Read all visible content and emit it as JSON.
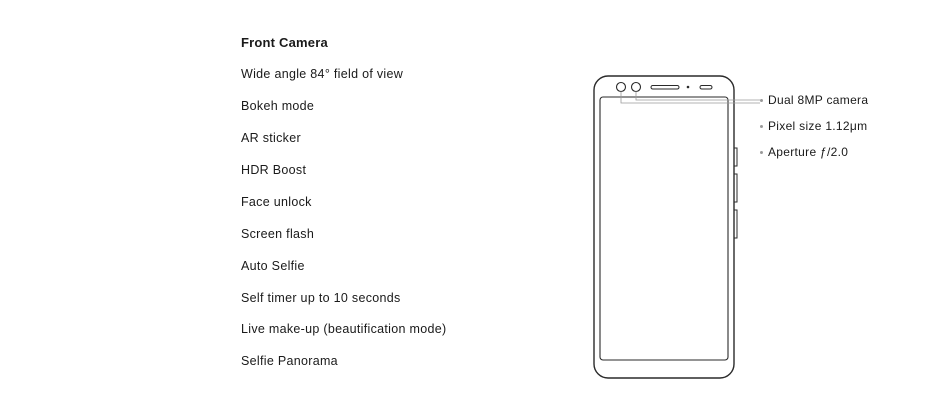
{
  "features": {
    "title": "Front Camera",
    "items": [
      "Wide angle 84° field of view",
      "Bokeh mode",
      "AR sticker",
      "HDR Boost",
      "Face unlock",
      "Screen flash",
      "Auto Selfie",
      "Self timer up to 10 seconds",
      "Live make-up (beautification mode)",
      "Selfie Panorama"
    ]
  },
  "specs": [
    "Dual 8MP camera",
    "Pixel size 1.12μm",
    "Aperture ƒ/2.0"
  ],
  "colors": {
    "text": "#1a1a1a",
    "outline": "#2a2a2a",
    "leader": "#9a9a9a"
  }
}
